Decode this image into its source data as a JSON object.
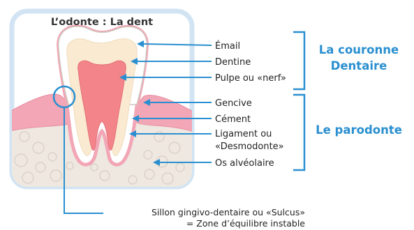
{
  "title": "L’odonte : La dent",
  "labels": {
    "email": "Émail",
    "dentine": "Dentine",
    "pulpe": "Pulpe ou «nerf»",
    "gencive": "Gencive",
    "cement": "Cément",
    "ligament_line1": "Ligament ou",
    "ligament_line2": "«Desmodonte»",
    "os": "Os alvéolaire"
  },
  "groups": {
    "crown_line1": "La couronne",
    "crown_line2": "Dentaire",
    "parodonte": "Le parodonte"
  },
  "footnote": {
    "line1": "Sillon gingivo-dentaire ou «Sulcus»",
    "line2": "= Zone d’équilibre instable"
  },
  "colors": {
    "accent_blue": "#2a8fd0",
    "frame": "#d2e4f3",
    "gum": "#f2a6b6",
    "bone": "#eee8e1",
    "enamel": "#ffffff",
    "dentine": "#f9ead1",
    "pulp": "#f2848a"
  }
}
